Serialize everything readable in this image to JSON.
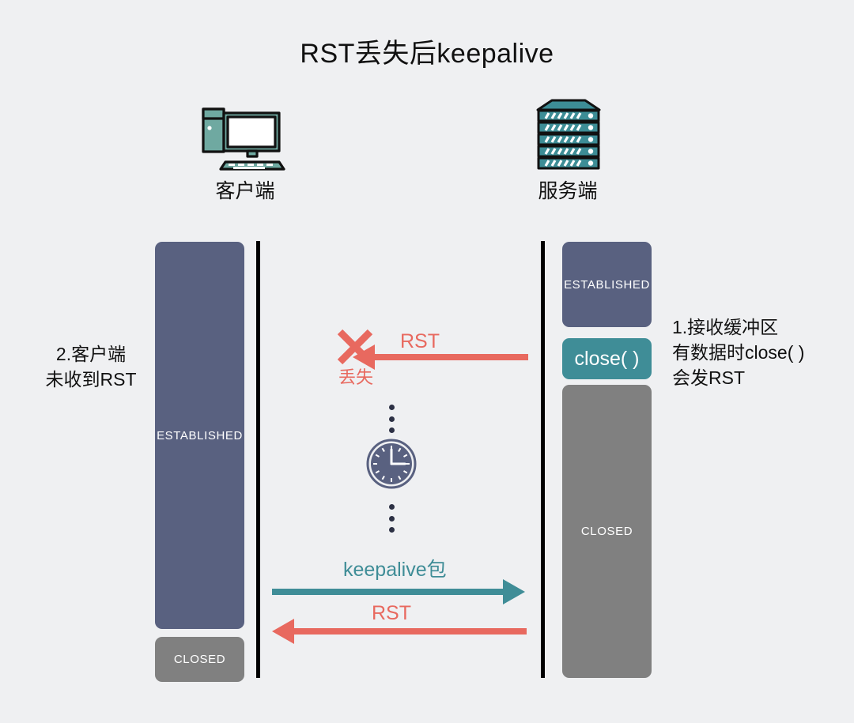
{
  "title": "RST丢失后keepalive",
  "actors": {
    "client": {
      "label": "客户端",
      "icon": "desktop-computer-icon"
    },
    "server": {
      "label": "服务端",
      "icon": "server-rack-icon"
    }
  },
  "client_states": [
    {
      "label": "ESTABLISHED",
      "color": "#596180"
    },
    {
      "label": "CLOSED",
      "color": "#808080"
    }
  ],
  "server_states": [
    {
      "label": "ESTABLISHED",
      "color": "#596180"
    },
    {
      "label": "close( )",
      "color": "#3f8d97"
    },
    {
      "label": "CLOSED",
      "color": "#808080"
    }
  ],
  "annotations": {
    "left": "2.客户端\n未收到RST",
    "right": "1.接收缓冲区\n有数据时close( )\n会发RST"
  },
  "messages": [
    {
      "label": "RST",
      "direction": "server-to-client",
      "color": "#e8695f",
      "lost": true
    },
    {
      "label": "keepalive包",
      "direction": "client-to-server",
      "color": "#3f8d97",
      "lost": false
    },
    {
      "label": "RST",
      "direction": "server-to-client",
      "color": "#e8695f",
      "lost": false
    }
  ],
  "loss_marker": {
    "label": "丢失",
    "icon": "cross-x-icon",
    "color": "#e8695f"
  },
  "waiting": {
    "icon": "clock-icon",
    "color": "#596180",
    "dots_above": 3,
    "dots_below": 3
  },
  "colors": {
    "background": "#eff0f2",
    "established": "#596180",
    "closed": "#808080",
    "teal": "#3f8d97",
    "red": "#e8695f",
    "lifeline": "#000000"
  }
}
